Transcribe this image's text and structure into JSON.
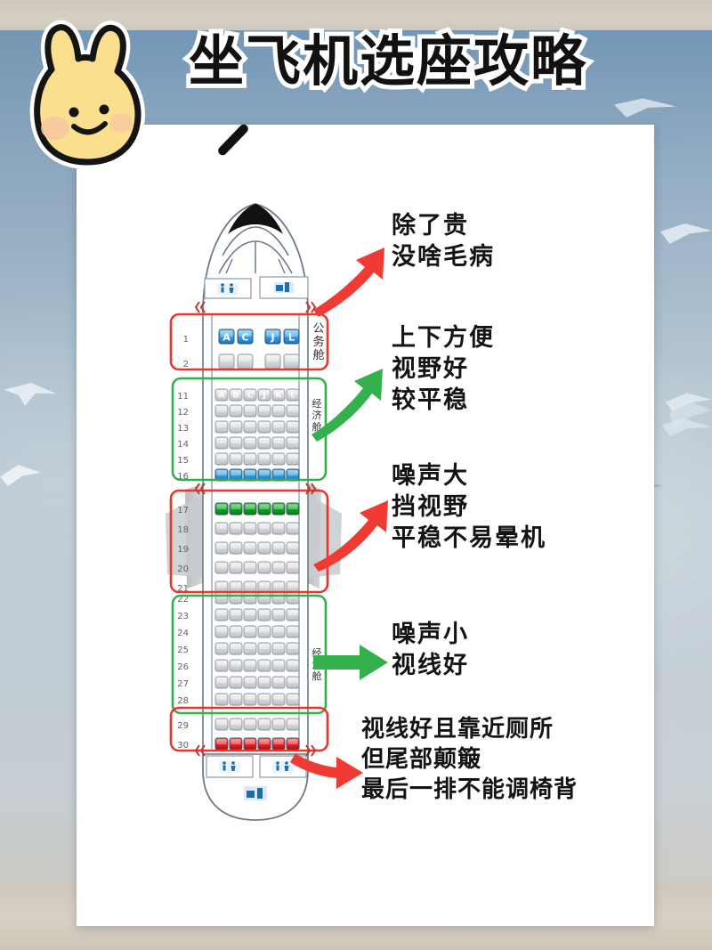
{
  "title": "坐飞机选座攻略",
  "sticker": {
    "name": "bunny-sticker",
    "face": "smile"
  },
  "seatmap": {
    "cabins": [
      {
        "id": "business",
        "label": "公务舱",
        "box_color": "#e8352e",
        "rows": [
          "1",
          "2"
        ],
        "left_letters": [
          "A",
          "C"
        ],
        "right_letters": [
          "J",
          "L"
        ],
        "highlight_row": "1",
        "highlight_color": "#4fa3e3"
      },
      {
        "id": "economy-front",
        "label": "经济舱",
        "box_color": "#2fb04a",
        "rows": [
          "11",
          "12",
          "13",
          "14",
          "15",
          "16"
        ],
        "left_letters": [
          "A",
          "B",
          "C"
        ],
        "right_letters": [
          "J",
          "K",
          "L"
        ],
        "highlight_row": "16",
        "highlight_color": "#35a3e8"
      },
      {
        "id": "economy-wing",
        "label": "",
        "box_color": "#e8352e",
        "rows": [
          "17",
          "18",
          "19",
          "20",
          "21"
        ],
        "left_letters": [
          "A",
          "B",
          "C"
        ],
        "right_letters": [
          "J",
          "K",
          "L"
        ],
        "highlight_row": "17",
        "highlight_color": "#14a828"
      },
      {
        "id": "economy-rear",
        "label": "经济舱",
        "box_color": "#2fb04a",
        "rows": [
          "22",
          "23",
          "24",
          "25",
          "26",
          "27",
          "28"
        ],
        "left_letters": [
          "A",
          "B",
          "C"
        ],
        "right_letters": [
          "J",
          "K",
          "L"
        ],
        "highlight_row": "",
        "highlight_color": ""
      },
      {
        "id": "tail",
        "label": "",
        "box_color": "#e8352e",
        "rows": [
          "29",
          "30"
        ],
        "left_letters": [
          "A",
          "B",
          "C"
        ],
        "right_letters": [
          "J",
          "K",
          "L"
        ],
        "highlight_row": "30",
        "highlight_color": "#e8262a"
      }
    ],
    "facilities": {
      "front_lavatory": "lavatory-icon",
      "front_galley": "galley-icon",
      "rear_lavatory_left": "lavatory-icon",
      "rear_lavatory_right": "lavatory-icon",
      "tail_galley": "galley-icon"
    }
  },
  "notes": [
    {
      "id": "business-note",
      "text": "除了贵\n没啥毛病",
      "arrow": "red-arrow-up-right"
    },
    {
      "id": "economy-front-note",
      "text": "上下方便\n视野好\n较平稳",
      "arrow": "green-arrow-up-right"
    },
    {
      "id": "wing-note",
      "text": "噪声大\n挡视野\n平稳不易晕机",
      "arrow": "red-arrow-up-right"
    },
    {
      "id": "economy-rear-note",
      "text": "噪声小\n视线好",
      "arrow": "green-arrow-right"
    },
    {
      "id": "tail-note",
      "text": "视线好且靠近厕所\n但尾部颠簸\n最后一排不能调椅背",
      "arrow": "red-arrow-right"
    }
  ],
  "colors": {
    "red": "#e8352e",
    "green": "#2fb04a",
    "blue_seat": "#3aa0e6",
    "gray_seat": "#c9cdd1",
    "card": "#ffffff",
    "background_sky": "#b3c3cd"
  }
}
